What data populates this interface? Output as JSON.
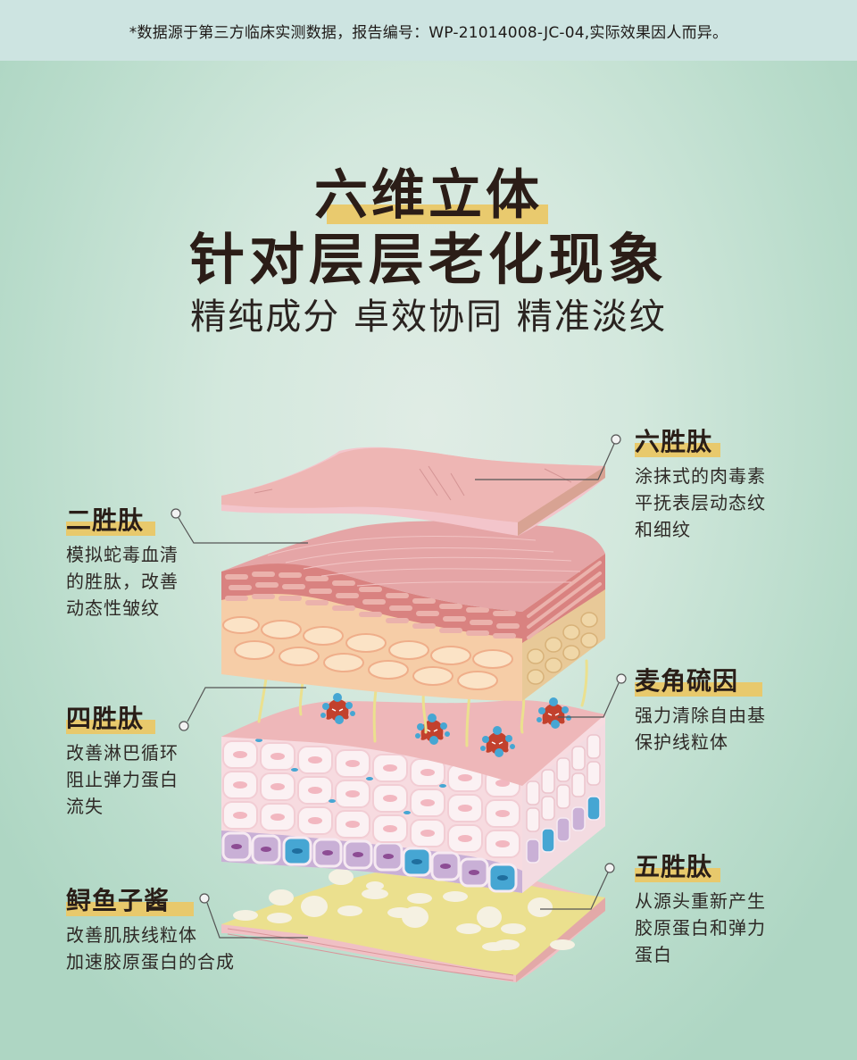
{
  "disclaimer": "*数据源于第三方临床实测数据，报告编号：WP-21014008-JC-04,实际效果因人而异。",
  "title": {
    "line1": "六维立体",
    "line2": "针对层层老化现象",
    "subtitle": "精纯成分 卓效协同 精准淡纹"
  },
  "colors": {
    "highlight": "#e8c96c",
    "background": "#c6e2d6",
    "topbar": "#cde4e1",
    "text": "#2a1e18"
  },
  "labels": [
    {
      "id": "six-peptide",
      "name": "六胜肽",
      "side": "right",
      "desc": [
        "涂抹式的肉毒素",
        "平抚表层动态纹",
        "和细纹"
      ]
    },
    {
      "id": "two-peptide",
      "name": "二胜肽",
      "side": "left",
      "desc": [
        "模拟蛇毒血清",
        "的胜肽，改善",
        "动态性皱纹"
      ]
    },
    {
      "id": "ergothioneine",
      "name": "麦角硫因",
      "side": "right",
      "desc": [
        "强力清除自由基",
        "保护线粒体"
      ]
    },
    {
      "id": "four-peptide",
      "name": "四胜肽",
      "side": "left",
      "desc": [
        "改善淋巴循环",
        "阻止弹力蛋白",
        "流失"
      ]
    },
    {
      "id": "five-peptide",
      "name": "五胜肽",
      "side": "right",
      "desc": [
        "从源头重新产生",
        "胶原蛋白和弹力",
        "蛋白"
      ]
    },
    {
      "id": "caviar",
      "name": "鲟鱼子酱",
      "side": "left",
      "desc": [
        "改善肌肤线粒体",
        "加速胶原蛋白的合成"
      ]
    }
  ],
  "illustration": {
    "layers": [
      "surface-skin-layer",
      "epidermis-brick-layer",
      "free-radical-layer",
      "basal-cell-layer",
      "dermis-collagen-layer"
    ]
  }
}
